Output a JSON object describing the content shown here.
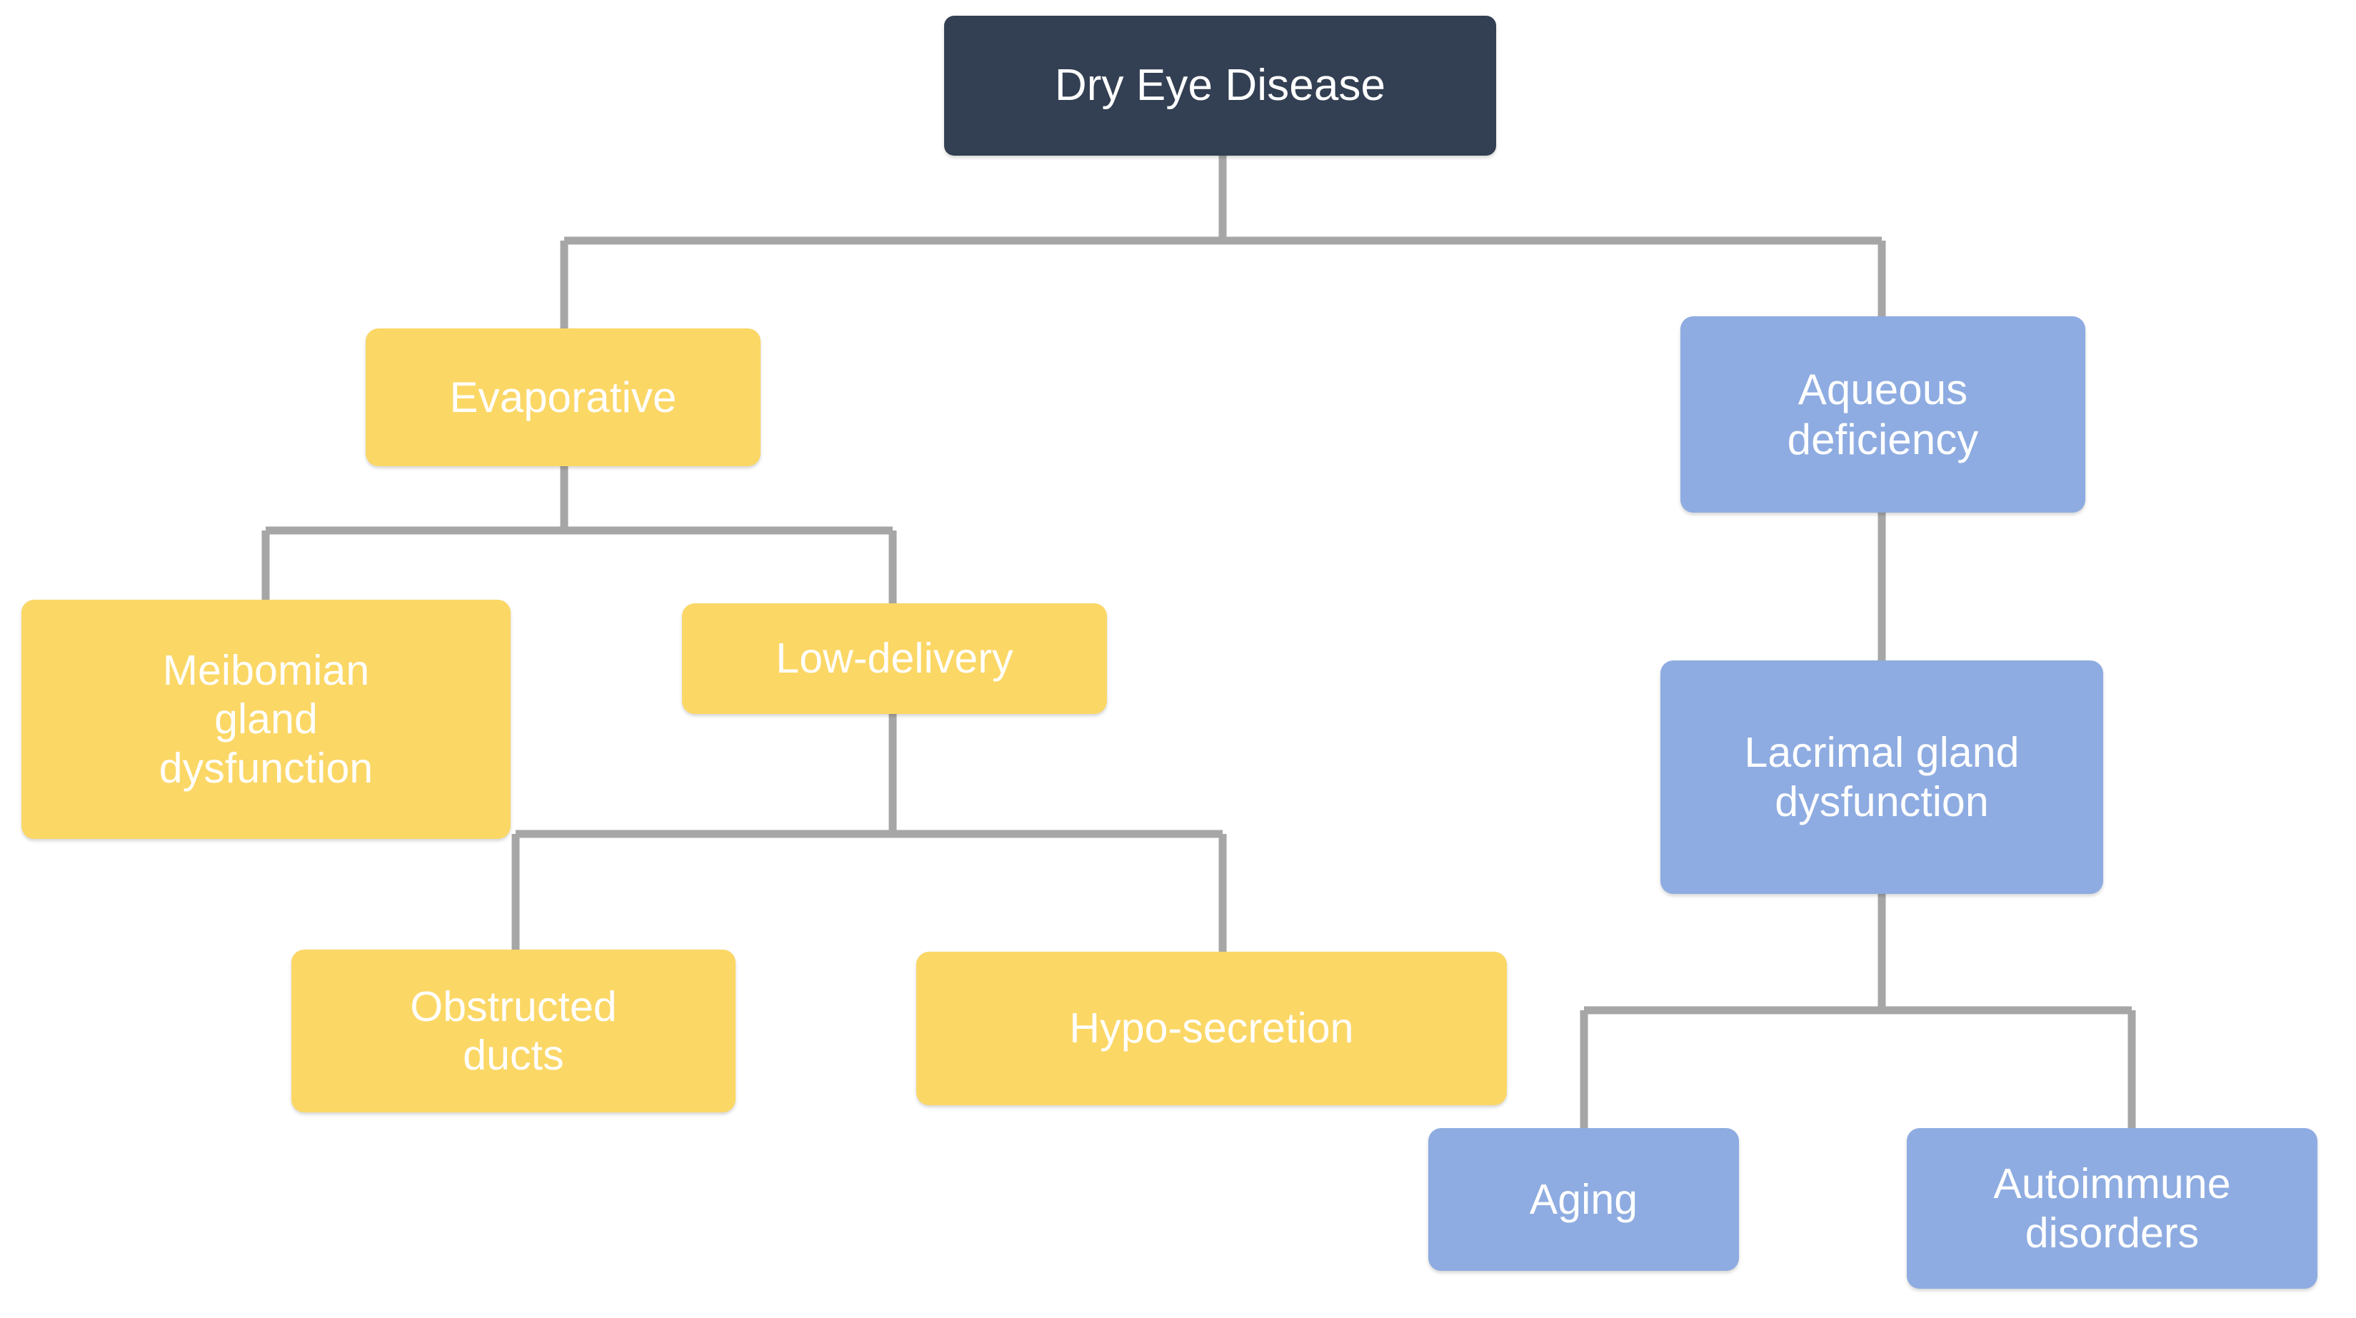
{
  "diagram": {
    "title": "Dry Eye Disease classification tree",
    "type": "tree",
    "background_color": "#ffffff",
    "edge_color": "#a6a6a6",
    "palette": {
      "root": "#333f52",
      "evaporative_branch": "#fbd766",
      "aqueous_branch": "#8eace1",
      "node_text": "#ffffff"
    }
  },
  "nodes": {
    "root": {
      "label": "Dry Eye Disease",
      "level": 0,
      "color": "#333f52"
    },
    "evaporative": {
      "label": "Evaporative",
      "level": 1,
      "color": "#fbd766"
    },
    "aqueous_deficiency": {
      "label": "Aqueous\ndeficiency",
      "level": 1,
      "color": "#8eace1"
    },
    "meibomian_gland_dysfunction": {
      "label": "Meibomian\ngland\ndysfunction",
      "level": 2,
      "color": "#fbd766"
    },
    "low_delivery": {
      "label": "Low-delivery",
      "level": 2,
      "color": "#fbd766"
    },
    "lacrimal_gland_dysfunction": {
      "label": "Lacrimal gland\ndysfunction",
      "level": 2,
      "color": "#8eace1"
    },
    "obstructed_ducts": {
      "label": "Obstructed\nducts",
      "level": 3,
      "color": "#fbd766"
    },
    "hypo_secretion": {
      "label": "Hypo-secretion",
      "level": 3,
      "color": "#fbd766"
    },
    "aging": {
      "label": "Aging",
      "level": 3,
      "color": "#8eace1"
    },
    "autoimmune_disorders": {
      "label": "Autoimmune\ndisorders",
      "level": 3,
      "color": "#8eace1"
    }
  },
  "edges": [
    {
      "from": "root",
      "to": "evaporative"
    },
    {
      "from": "root",
      "to": "aqueous_deficiency"
    },
    {
      "from": "evaporative",
      "to": "meibomian_gland_dysfunction"
    },
    {
      "from": "evaporative",
      "to": "low_delivery"
    },
    {
      "from": "low_delivery",
      "to": "obstructed_ducts"
    },
    {
      "from": "low_delivery",
      "to": "hypo_secretion"
    },
    {
      "from": "aqueous_deficiency",
      "to": "lacrimal_gland_dysfunction"
    },
    {
      "from": "lacrimal_gland_dysfunction",
      "to": "aging"
    },
    {
      "from": "lacrimal_gland_dysfunction",
      "to": "autoimmune_disorders"
    }
  ]
}
